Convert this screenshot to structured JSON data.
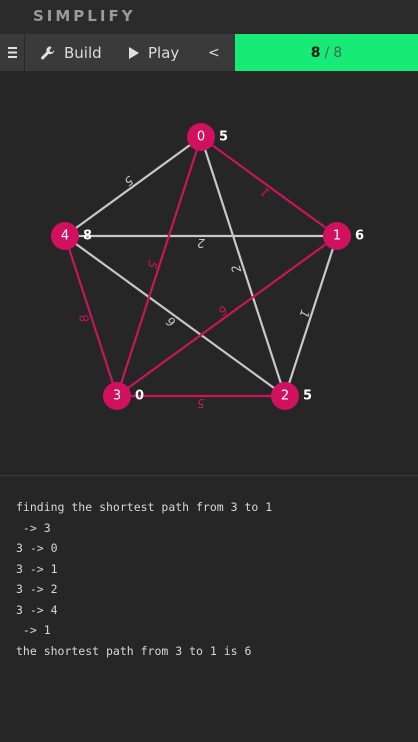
{
  "app": {
    "title": "SIMPLIFY"
  },
  "toolbar": {
    "menu_icon": "menu-icon",
    "build_label": "Build",
    "build_icon": "wrench-icon",
    "play_label": "Play",
    "play_icon": "play-icon",
    "prev_label": "<",
    "progress_current": "8",
    "progress_separator": "/",
    "progress_total": "8",
    "progress_color": "#18ea77"
  },
  "graph": {
    "colors": {
      "node": "#d0115f",
      "highlight_edge": "#c9155c",
      "edge": "#c8c8c8",
      "text": "#ffffff"
    },
    "nodes": [
      {
        "id": "0",
        "distance": "5"
      },
      {
        "id": "1",
        "distance": "6"
      },
      {
        "id": "2",
        "distance": "5"
      },
      {
        "id": "3",
        "distance": "0"
      },
      {
        "id": "4",
        "distance": "8"
      }
    ],
    "edges": [
      {
        "from": "0",
        "to": "1",
        "weight": "1",
        "highlighted": true
      },
      {
        "from": "0",
        "to": "4",
        "weight": "5",
        "highlighted": false
      },
      {
        "from": "0",
        "to": "3",
        "weight": "5",
        "highlighted": true
      },
      {
        "from": "0",
        "to": "2",
        "weight": "2",
        "highlighted": false
      },
      {
        "from": "4",
        "to": "1",
        "weight": "2",
        "highlighted": false
      },
      {
        "from": "4",
        "to": "3",
        "weight": "8",
        "highlighted": true
      },
      {
        "from": "4",
        "to": "2",
        "weight": "6",
        "highlighted": false
      },
      {
        "from": "1",
        "to": "3",
        "weight": "6",
        "highlighted": true
      },
      {
        "from": "1",
        "to": "2",
        "weight": "1",
        "highlighted": false
      },
      {
        "from": "3",
        "to": "2",
        "weight": "5",
        "highlighted": true
      }
    ]
  },
  "console": {
    "lines": [
      "finding the shortest path from 3 to 1",
      " -> 3",
      "3 -> 0",
      "3 -> 1",
      "3 -> 2",
      "3 -> 4",
      " -> 1",
      "the shortest path from 3 to 1 is 6"
    ]
  }
}
